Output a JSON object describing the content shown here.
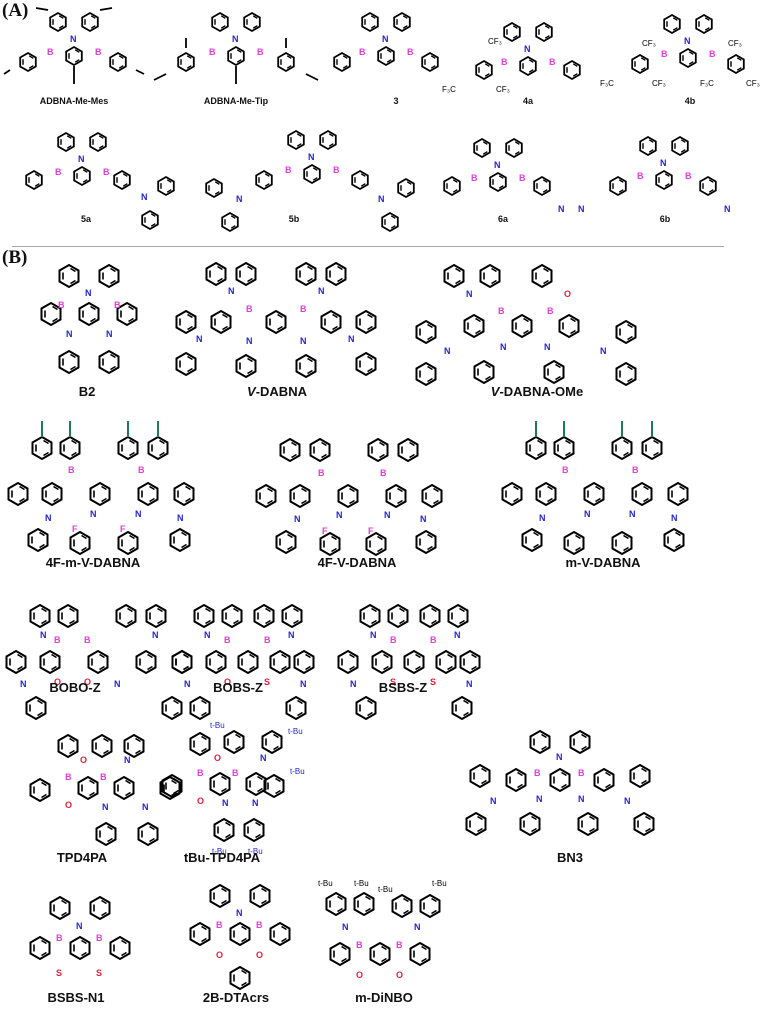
{
  "figure": {
    "panels": [
      {
        "id": "A",
        "label": "(A)"
      },
      {
        "id": "B",
        "label": "(B)"
      }
    ],
    "atom_colors": {
      "bond": "#000000",
      "boron": "#e23fd8",
      "nitrogen": "#2424d4",
      "oxygen": "#e0203a",
      "sulfur": "#e0203a",
      "fluorine": "#e23fd8",
      "methyl_highlight": "#1d7a5a",
      "tbu_highlight": "#2424d4"
    },
    "atom_labels": {
      "B": "B",
      "N": "N",
      "O": "O",
      "S": "S",
      "F": "F",
      "CF3": "CF₃",
      "F3C": "F₃C",
      "tBu": "t-Bu"
    },
    "panel_A": {
      "compounds": [
        {
          "name": "ADBNA-Me-Mes"
        },
        {
          "name": "ADBNA-Me-Tip"
        },
        {
          "name": "3"
        },
        {
          "name": "4a"
        },
        {
          "name": "4b"
        },
        {
          "name": "5a"
        },
        {
          "name": "5b"
        },
        {
          "name": "6a"
        },
        {
          "name": "6b"
        }
      ]
    },
    "panel_B": {
      "compounds": [
        {
          "name": "B2"
        },
        {
          "name_prefix": "V",
          "name_suffix": "-DABNA"
        },
        {
          "name_prefix": "V",
          "name_suffix": "-DABNA-OMe"
        },
        {
          "name": "4F-m-V-DABNA"
        },
        {
          "name": "4F-V-DABNA"
        },
        {
          "name": "m-V-DABNA"
        },
        {
          "name": "BOBO-Z"
        },
        {
          "name": "BOBS-Z"
        },
        {
          "name": "BSBS-Z"
        },
        {
          "name": "TPD4PA"
        },
        {
          "name": "tBu-TPD4PA"
        },
        {
          "name": "BN3"
        },
        {
          "name": "BSBS-N1"
        },
        {
          "name": "2B-DTAcrs"
        },
        {
          "name": "m-DiNBO"
        }
      ]
    }
  }
}
